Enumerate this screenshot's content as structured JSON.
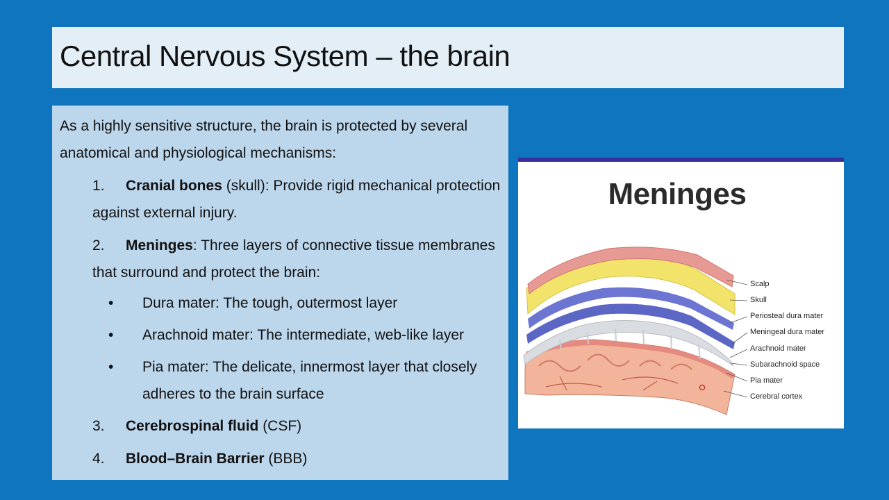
{
  "slide": {
    "title": "Central Nervous System – the brain"
  },
  "content": {
    "intro": "As a highly sensitive structure, the brain is protected by several anatomical and physiological mechanisms:",
    "items": [
      {
        "num": "1.",
        "bold": "Cranial bones",
        "rest": " (skull): Provide rigid mechanical protection against external injury."
      },
      {
        "num": "2.",
        "bold": "Meninges",
        "rest": ": Three layers of connective tissue membranes that surround and protect the brain:"
      },
      {
        "num": "3.",
        "bold": "Cerebrospinal fluid",
        "rest": " (CSF)"
      },
      {
        "num": "4.",
        "bold": "Blood–Brain Barrier",
        "rest": " (BBB)"
      }
    ],
    "bullets": [
      {
        "dot": "•",
        "text": "Dura mater: The tough, outermost layer"
      },
      {
        "dot": "•",
        "text": "Arachnoid mater: The intermediate, web-like layer"
      },
      {
        "dot": "•",
        "text": "Pia mater: The delicate, innermost layer that closely adheres to the brain surface"
      }
    ]
  },
  "figure": {
    "title": "Meninges",
    "labels": [
      "Scalp",
      "Skull",
      "Periosteal dura mater",
      "Meningeal dura mater",
      "Arachnoid mater",
      "Subarachnoid space",
      "Pia mater",
      "Cerebral cortex"
    ],
    "colors": {
      "scalp": "#E79A94",
      "skull": "#F2E46B",
      "dura": "#5C66C4",
      "arachnoid": "#D9DCE0",
      "pia": "#E58A80",
      "cortex": "#F2B49A",
      "accent_bar": "#3A2FA0"
    }
  }
}
